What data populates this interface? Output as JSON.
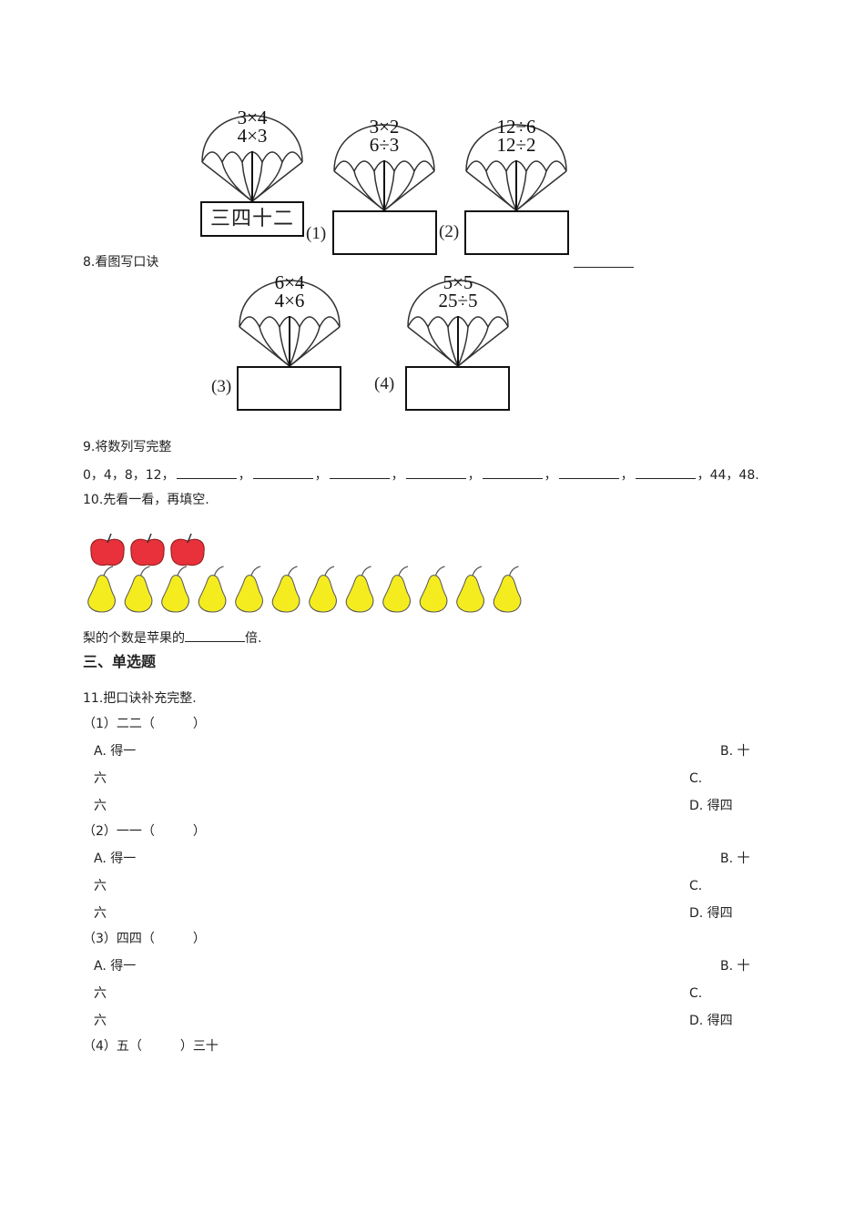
{
  "q8": {
    "prompt": "8.看图写口诀",
    "answer_blank": "",
    "parachutes": [
      {
        "expr1": "3×4",
        "expr2": "4×3",
        "box_text": "三四十二",
        "label": ""
      },
      {
        "expr1": "3×2",
        "expr2": "6÷3",
        "box_text": "",
        "label": "(1)"
      },
      {
        "expr1": "12÷6",
        "expr2": "12÷2",
        "box_text": "",
        "label": "(2)"
      },
      {
        "expr1": "6×4",
        "expr2": "4×6",
        "box_text": "",
        "label": "(3)"
      },
      {
        "expr1": "5×5",
        "expr2": "25÷5",
        "box_text": "",
        "label": "(4)"
      }
    ]
  },
  "q9": {
    "prompt": "9.将数列写完整",
    "start": [
      "0",
      "4",
      "8",
      "12"
    ],
    "blank_count": 7,
    "end": [
      "44",
      "48"
    ]
  },
  "q10": {
    "prompt": "10.先看一看，再填空.",
    "apple_count": 3,
    "pear_count": 12,
    "apple_color": "#e8313a",
    "pear_color": "#f5ec1f",
    "sentence_before": "梨的个数是苹果的",
    "sentence_after": "倍."
  },
  "section3": {
    "title": "三、单选题"
  },
  "q11": {
    "prompt": "11.把口诀补充完整.",
    "parts": [
      {
        "stem": "（1）二二（　　　）",
        "options": {
          "A": "A. 得一",
          "B": "B. 十",
          "A2": "六",
          "C": "C.",
          "A3": "六",
          "D": "D. 得四"
        }
      },
      {
        "stem": "（2）一一（　　　）",
        "options": {
          "A": "A. 得一",
          "B": "B. 十",
          "A2": "六",
          "C": "C.",
          "A3": "六",
          "D": "D. 得四"
        }
      },
      {
        "stem": "（3）四四（　　　）",
        "options": {
          "A": "A. 得一",
          "B": "B. 十",
          "A2": "六",
          "C": "C.",
          "A3": "六",
          "D": "D. 得四"
        }
      },
      {
        "stem": "（4）五（　　　）三十"
      }
    ]
  }
}
